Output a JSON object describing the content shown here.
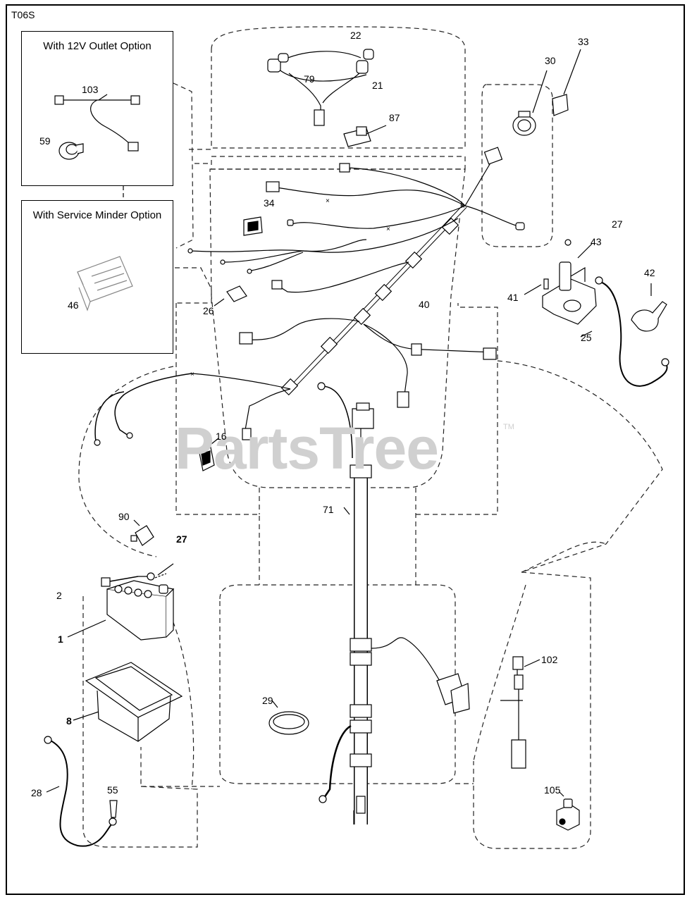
{
  "diagram_code": "T06S",
  "watermark": "PartsTree",
  "watermark_tm": "TM",
  "option_boxes": {
    "outlet_title": "With 12V Outlet Option",
    "minder_title": "With Service Minder Option"
  },
  "callouts": {
    "c22": "22",
    "c21": "21",
    "c79": "79",
    "c87": "87",
    "c30": "30",
    "c33": "33",
    "c103": "103",
    "c59": "59",
    "c46": "46",
    "c34": "34",
    "c26": "26",
    "c40": "40",
    "c27a": "27",
    "c43": "43",
    "c42": "42",
    "c41": "41",
    "c25": "25",
    "c16": "16",
    "c71": "71",
    "c90": "90",
    "c27b": "27",
    "c2": "2",
    "c1": "1",
    "c8": "8",
    "c28": "28",
    "c55": "55",
    "c29": "29",
    "c102": "102",
    "c105": "105"
  }
}
